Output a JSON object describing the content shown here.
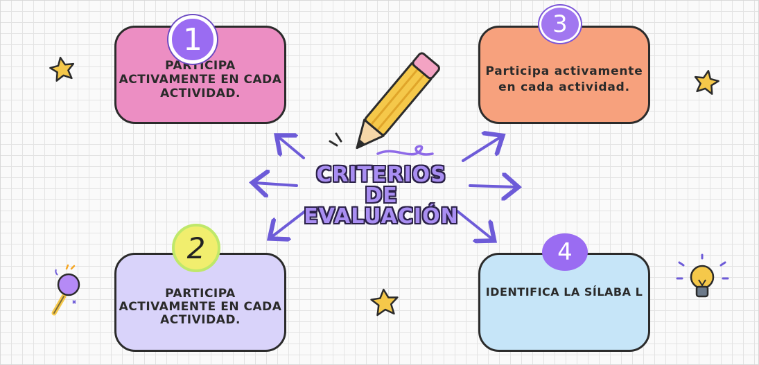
{
  "title": {
    "line1": "CRITERIOS DE",
    "line2": "EVALUACIÓN"
  },
  "criteria": [
    {
      "number": "1",
      "text": "PARTICIPA ACTIVAMENTE EN CADA ACTIVIDAD.",
      "color": "#ec8ec3"
    },
    {
      "number": "2",
      "text": "PARTICIPA ACTIVAMENTE EN CADA ACTIVIDAD.",
      "color": "#d9d3fa"
    },
    {
      "number": "3",
      "text": "Participa activamente en cada actividad.",
      "color": "#f7a17d"
    },
    {
      "number": "4",
      "text": "IDENTIFICA LA SÍLABA L",
      "color": "#c6e5f8"
    }
  ],
  "icons": [
    "pencil-icon",
    "star-icon",
    "magnifier-icon",
    "lightbulb-icon"
  ],
  "colors": {
    "arrow": "#6d5bd8",
    "accent_purple": "#9a6cf2",
    "star": "#f5c84a"
  }
}
